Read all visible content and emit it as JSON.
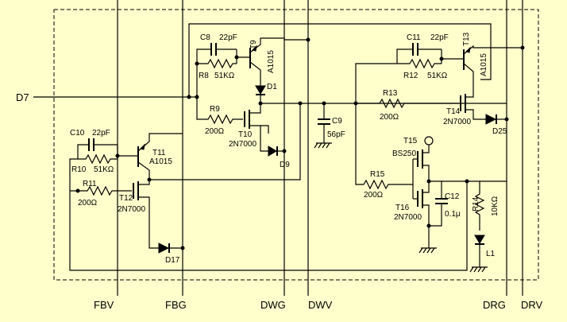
{
  "signals": {
    "d7": "D7",
    "fbv": "FBV",
    "fbg": "FBG",
    "dwg": "DWG",
    "dwv": "DWV",
    "drg": "DRG",
    "drv": "DRV"
  },
  "components": {
    "c8": {
      "ref": "C8",
      "value": "22pF"
    },
    "t9": {
      "ref": "T9",
      "part": "A1015"
    },
    "r8": {
      "ref": "R8",
      "value": "51KΩ"
    },
    "d1": {
      "ref": "D1"
    },
    "r9": {
      "ref": "R9",
      "value": "200Ω"
    },
    "t10": {
      "ref": "T10",
      "part": "2N7000"
    },
    "d9": {
      "ref": "D9"
    },
    "c9": {
      "ref": "C9",
      "value": "56pF"
    },
    "c11": {
      "ref": "C11",
      "value": "22pF"
    },
    "t13": {
      "ref": "T13",
      "part": "A1015"
    },
    "r12": {
      "ref": "R12",
      "value": "51KΩ"
    },
    "r13": {
      "ref": "R13",
      "value": "200Ω"
    },
    "t14": {
      "ref": "T14",
      "part": "2N7000"
    },
    "d25": {
      "ref": "D25"
    },
    "c10": {
      "ref": "C10",
      "value": "22pF"
    },
    "t11": {
      "ref": "T11",
      "part": "A1015"
    },
    "r10": {
      "ref": "R10",
      "value": "51KΩ"
    },
    "r11": {
      "ref": "R11",
      "value": "200Ω"
    },
    "t12": {
      "ref": "T12",
      "part": "2N7000"
    },
    "d17": {
      "ref": "D17"
    },
    "t15": {
      "ref": "T15",
      "part": "BS250"
    },
    "r15": {
      "ref": "R15",
      "value": "200Ω"
    },
    "t16": {
      "ref": "T16",
      "part": "2N7000"
    },
    "c12": {
      "ref": "C12",
      "value": "0.1μ"
    },
    "r14": {
      "ref": "R14",
      "value": "10KΩ"
    },
    "l1": {
      "ref": "L1"
    }
  }
}
